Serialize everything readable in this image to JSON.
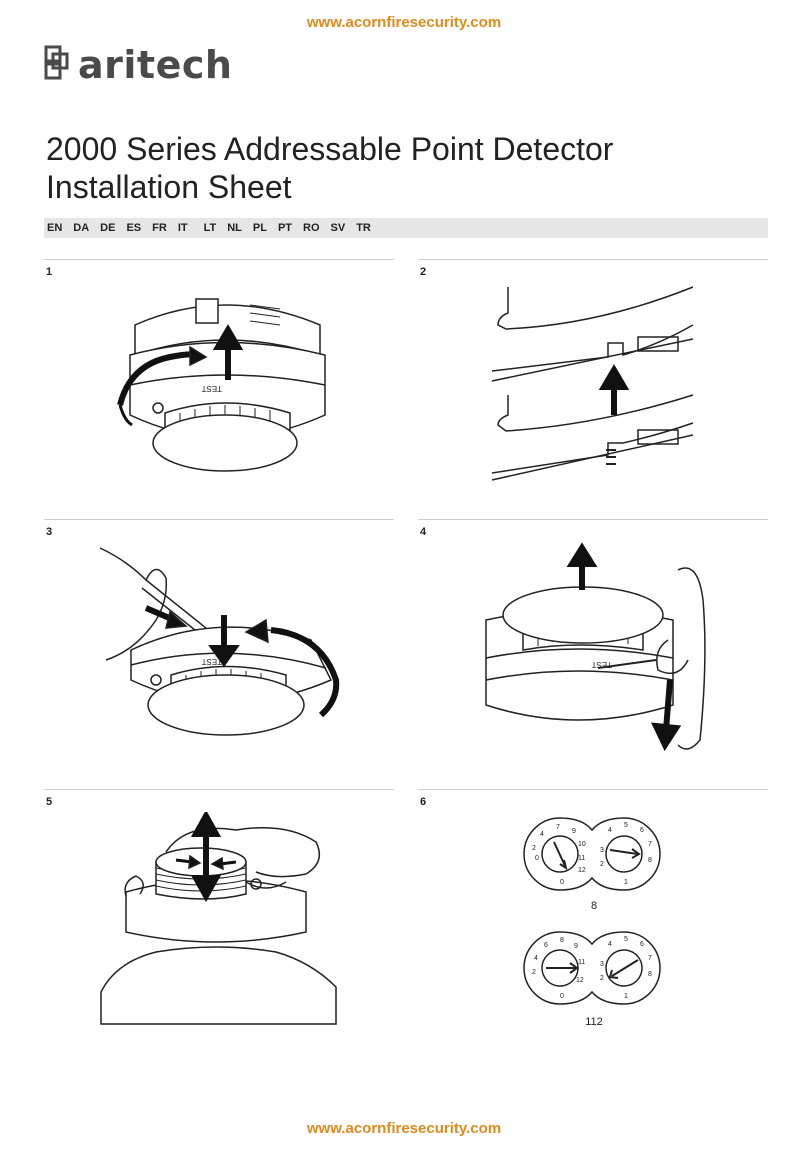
{
  "header": {
    "url": "www.acornfiresecurity.com",
    "url_color": "#e08a1e"
  },
  "logo": {
    "brand": "aritech",
    "icon": "aritech-logo-icon"
  },
  "title": {
    "line1": "2000 Series Addressable Point Detector",
    "line2": "Installation Sheet"
  },
  "languages": [
    "EN",
    "DA",
    "DE",
    "ES",
    "FR",
    "IT",
    "LT",
    "NL",
    "PL",
    "PT",
    "RO",
    "SV",
    "TR"
  ],
  "steps": [
    {
      "number": "1",
      "icon": "detector-rotate-arrow-icon",
      "labels": [
        "TEST"
      ]
    },
    {
      "number": "2",
      "icon": "base-slot-arrow-icon",
      "labels": []
    },
    {
      "number": "3",
      "icon": "detector-unlock-tool-icon",
      "labels": [
        "TEST"
      ]
    },
    {
      "number": "4",
      "icon": "detector-lift-cover-icon",
      "labels": [
        "TEST"
      ]
    },
    {
      "number": "5",
      "icon": "detector-cover-squeeze-icon",
      "labels": []
    },
    {
      "number": "6",
      "icon": "address-dial-icon",
      "dials": [
        {
          "address": "8"
        },
        {
          "address": "112"
        }
      ],
      "dial_numbers": [
        "0",
        "1",
        "2",
        "3",
        "4",
        "5",
        "6",
        "7",
        "8",
        "9",
        "10",
        "11",
        "12"
      ]
    }
  ],
  "footer": {
    "url": "www.acornfiresecurity.com"
  }
}
